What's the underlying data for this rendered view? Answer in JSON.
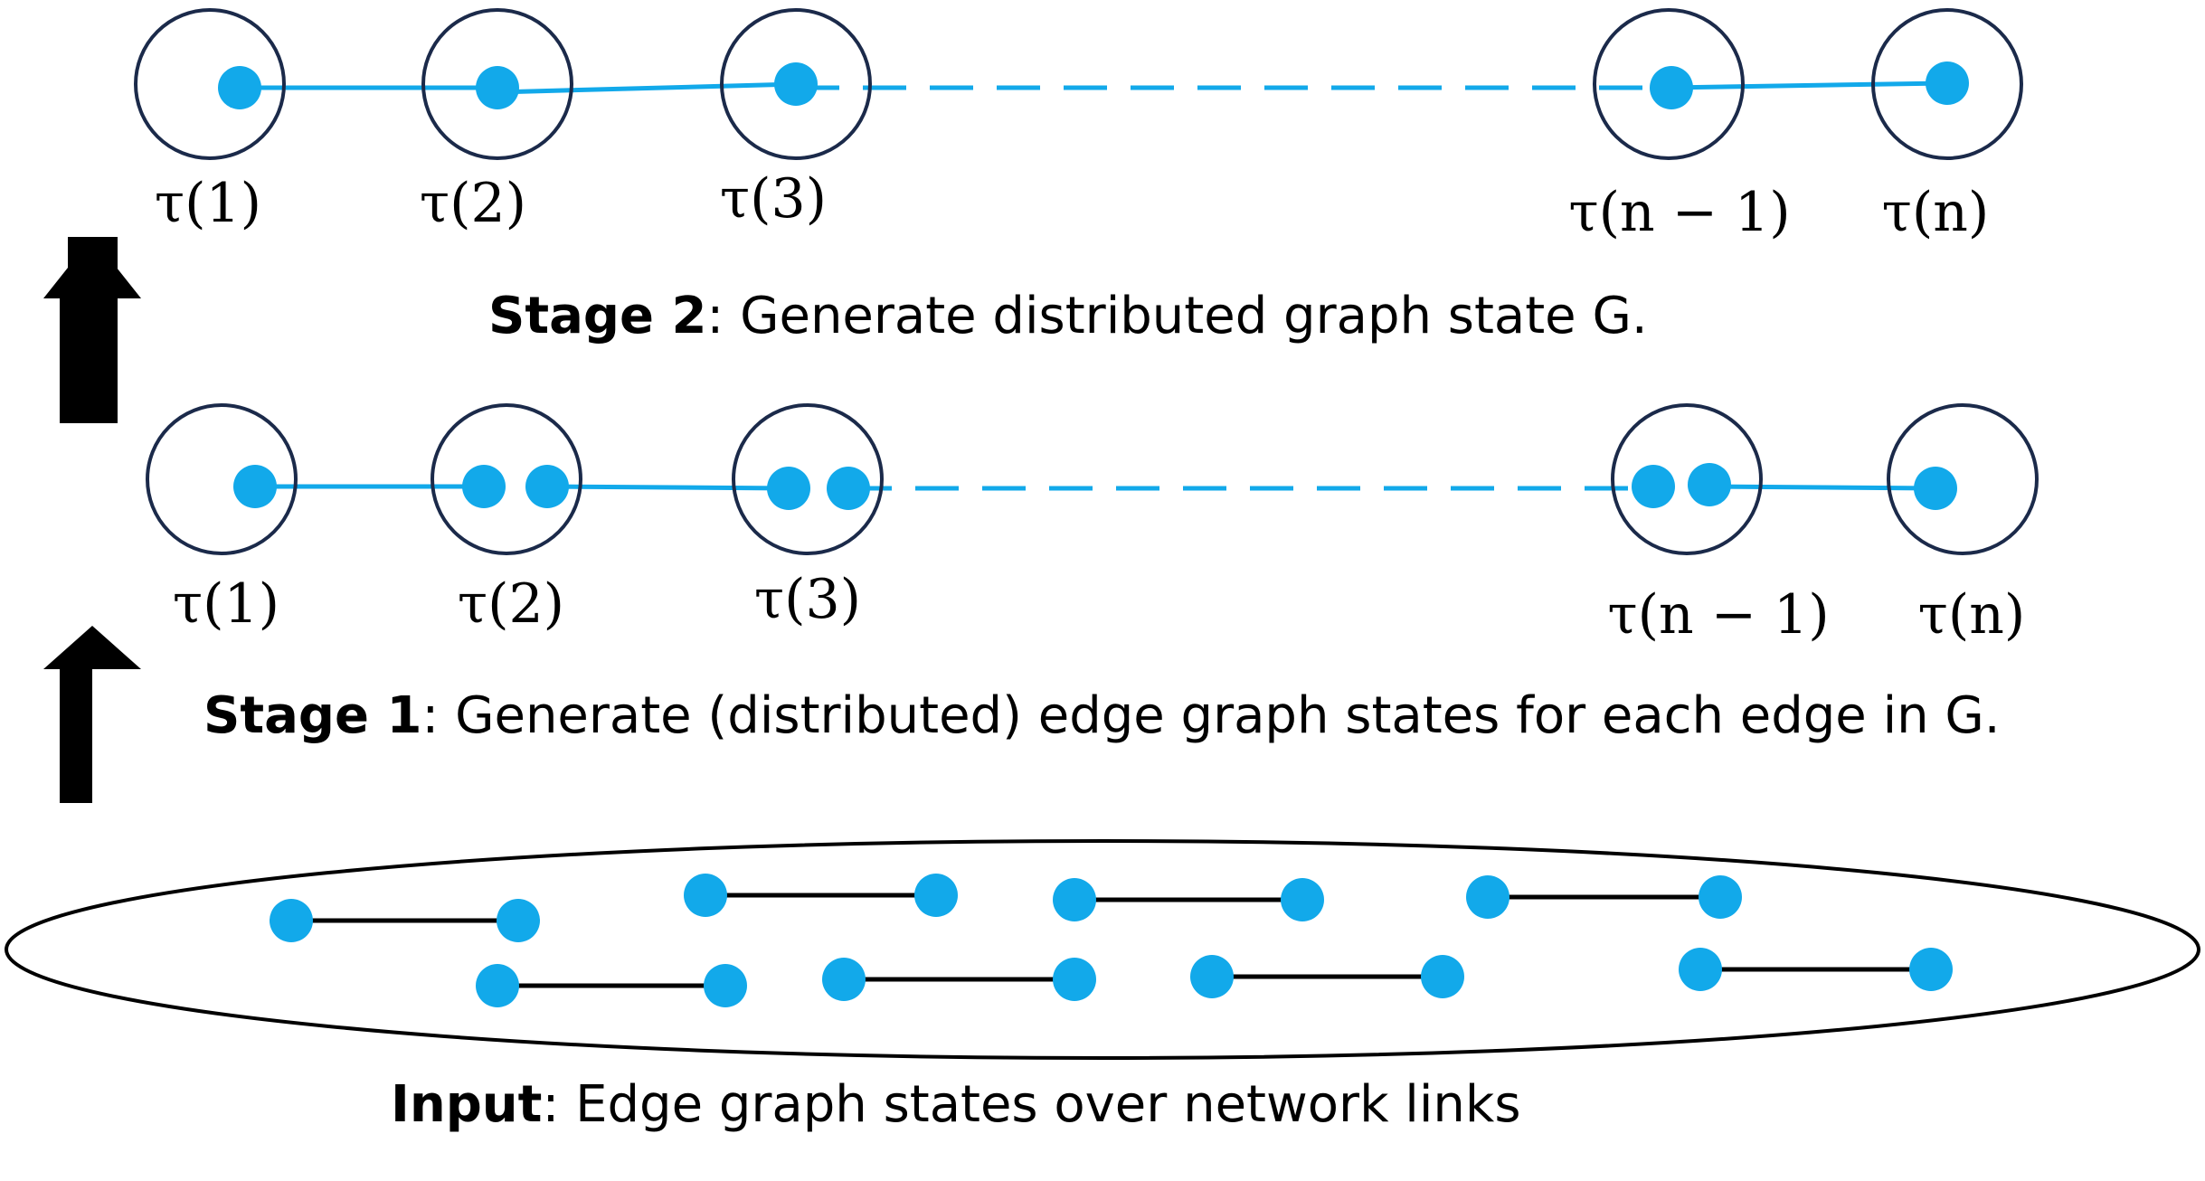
{
  "stage2": {
    "caption_bold": "Stage 2",
    "caption_rest": ": Generate distributed graph state G.",
    "labels": [
      "τ(1)",
      "τ(2)",
      "τ(3)",
      "τ(n − 1)",
      "τ(n)"
    ]
  },
  "stage1": {
    "caption_bold": "Stage 1",
    "caption_rest": ": Generate (distributed) edge graph states for each edge in G.",
    "labels": [
      "τ(1)",
      "τ(2)",
      "τ(3)",
      "τ(n − 1)",
      "τ(n)"
    ]
  },
  "input": {
    "caption_bold": "Input",
    "caption_rest": ": Edge graph states over network links",
    "edge_count": 8
  },
  "colors": {
    "qubit": "#12a9ea",
    "node_outline": "#1b2a4a",
    "edge": "#000000"
  }
}
